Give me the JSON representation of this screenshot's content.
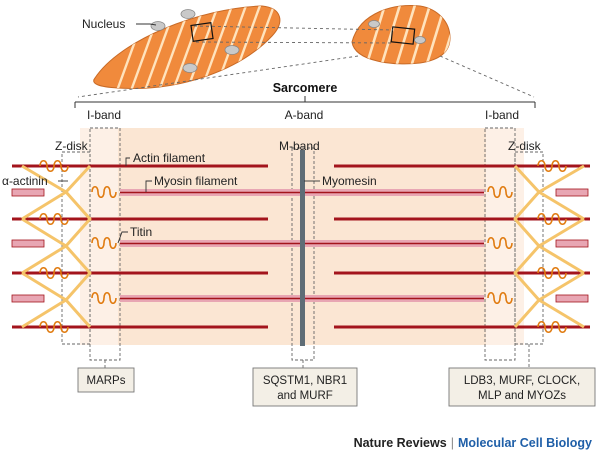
{
  "labels": {
    "nucleus": "Nucleus",
    "sarcomere": "Sarcomere",
    "i_band_left": "I-band",
    "a_band": "A-band",
    "i_band_right": "I-band",
    "z_disk_left": "Z-disk",
    "m_band": "M-band",
    "z_disk_right": "Z-disk",
    "alpha_actinin": "α-actinin",
    "actin_filament": "Actin filament",
    "myosin_filament": "Myosin filament",
    "myomesin": "Myomesin",
    "titin": "Titin"
  },
  "boxes": {
    "left": [
      "MARPs"
    ],
    "middle": [
      "SQSTM1, NBR1",
      "and MURF"
    ],
    "right": [
      "LDB3, MURF, CLOCK,",
      "MLP and MYOZs"
    ]
  },
  "credit": {
    "publisher": "Nature Reviews",
    "separator": "|",
    "journal": "Molecular Cell Biology"
  },
  "colors": {
    "cell": "#f08a3c",
    "cell_stripe": "#ffe3bd",
    "a_band_fill": "#fbe6d3",
    "actin": "#a3141c",
    "myosin": "#e8a6b3",
    "m_line": "#5f6d76",
    "titin_spring": "#e07b10",
    "z_disk_chevron": "#f5c46a",
    "box_fill": "#f3efe6",
    "journal": "#1f5fa8"
  }
}
